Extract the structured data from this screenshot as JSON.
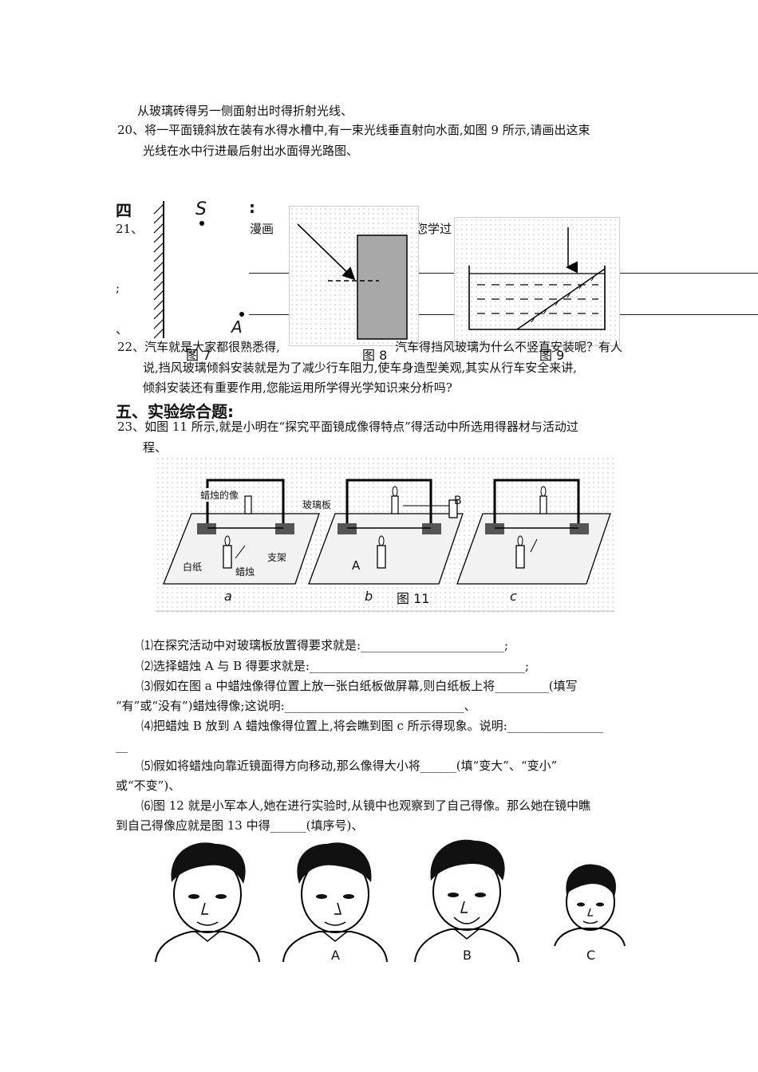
{
  "q19_tail": "从玻璃砖得另一侧面射出时得折射光线、",
  "q20": {
    "line1": "20、将一平面镜斜放在装有水得水槽中,有一束光线垂直射向水面,如图 9 所示,请画出这束",
    "line2": "光线在水中行进最后射出水面得光路图、"
  },
  "section4": {
    "heading_start": "四",
    "heading_end": ":",
    "q21_num": "21、",
    "q21_fragment_a": "示得漫画",
    "q21_fragment_b": "您学过",
    "semicolon": ";",
    "dun": "、"
  },
  "figures_row": {
    "fig7": {
      "caption": "图 7",
      "point_S": "S",
      "point_A": "A"
    },
    "fig8": {
      "caption": "图 8"
    },
    "fig9": {
      "caption": "图 9"
    }
  },
  "q22": {
    "line1_start": "22、汽车就是大家都很熟悉得,",
    "line1_end": "汽车得挡风玻璃为什么不竖直安装呢？有人",
    "line2": "说,挡风玻璃倾斜安装就是为了减少行车阻力,使车身造型美观,其实从行车安全来讲,",
    "line3": "倾斜安装还有重要作用,您能运用所学得光学知识来分析吗?"
  },
  "section5": {
    "heading": "五、实验综合题:"
  },
  "q23": {
    "line1": "23、如图 11 所示,就是小明在“探究平面镜成像得特点”得活动中所选用得器材与活动过",
    "line2": "程、"
  },
  "fig11": {
    "caption": "图 11",
    "label_image": "蜡烛的像",
    "label_glass": "玻璃板",
    "label_B": "B",
    "label_paper": "白纸",
    "label_stand": "支架",
    "label_candle": "蜡烛",
    "label_A": "A",
    "sub_a": "a",
    "sub_b": "b",
    "sub_c": "c"
  },
  "sub_questions": {
    "s1": "⑴在探究活动中对玻璃板放置得要求就是:________________________;",
    "s2": "⑵选择蜡烛 A 与 B 得要求就是:____________________________________;",
    "s3_l1": "⑶假如在图 a 中蜡烛像得位置上放一张白纸板做屏幕,则白纸板上将_________(填写",
    "s3_l2": "“有”或“没有”)蜡烛得像;这说明:______________________________、",
    "s4_l1": "⑷把蜡烛 B 放到 A 蜡烛像得位置上,将会瞧到图 c 所示得现象。说明:________________",
    "s4_l2": "__",
    "s5_l1": "⑸假如将蜡烛向靠近镜面得方向移动,那么像得大小将______(填“变大”、“变小”",
    "s5_l2": "或“不变”)、",
    "s6_l1": "⑹图 12 就是小军本人,她在进行实验时,从镜中也观察到了自己得像。那么她在镜中瞧",
    "s6_l2": "到自己得像应就是图 13 中得______(填序号)、"
  },
  "faces": {
    "label_A": "A",
    "label_B": "B",
    "label_C": "C"
  }
}
